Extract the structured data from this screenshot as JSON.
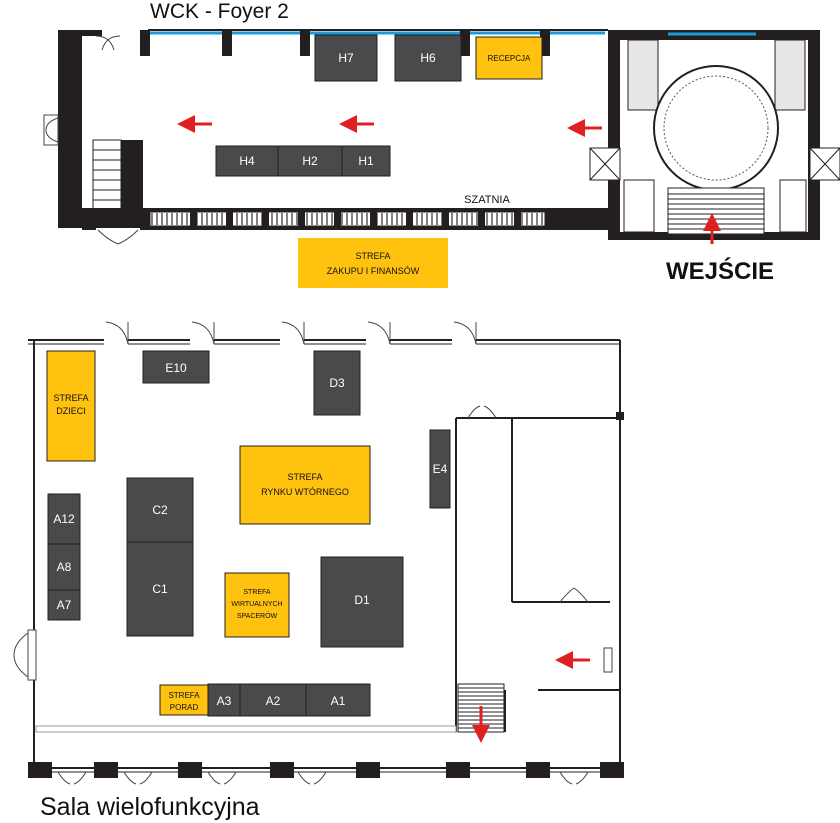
{
  "map": {
    "title_top": "WCK - Foyer 2",
    "title_bottom": "Sala wielofunkcyjna",
    "entrance_label": "WEJŚCIE",
    "cloakroom_label": "SZATNIA"
  },
  "booths": {
    "h7": "H7",
    "h6": "H6",
    "h4": "H4",
    "h2": "H2",
    "h1": "H1",
    "e10": "E10",
    "d3": "D3",
    "e4": "E4",
    "a12": "A12",
    "a8": "A8",
    "a7": "A7",
    "c2": "C2",
    "c1": "C1",
    "d1": "D1",
    "a3": "A3",
    "a2": "A2",
    "a1": "A1"
  },
  "zones": {
    "recepcja": "RECEPCJA",
    "zakupu_line1": "STREFA",
    "zakupu_line2": "ZAKUPU I FINANSÓW",
    "dzieci_line1": "STREFA",
    "dzieci_line2": "DZIECI",
    "rynku_line1": "STREFA",
    "rynku_line2": "RYNKU WTÓRNEGO",
    "wirtualnych_line1": "STREFA",
    "wirtualnych_line2": "WIRTUALNYCH",
    "wirtualnych_line3": "SPACERÓW",
    "porad_line1": "STREFA",
    "porad_line2": "PORAD"
  },
  "colors": {
    "booth": "#4a4a4c",
    "zone": "#ffc20e",
    "wall": "#231f20",
    "glass": "#1e9bd7",
    "arrow": "#e02020"
  }
}
